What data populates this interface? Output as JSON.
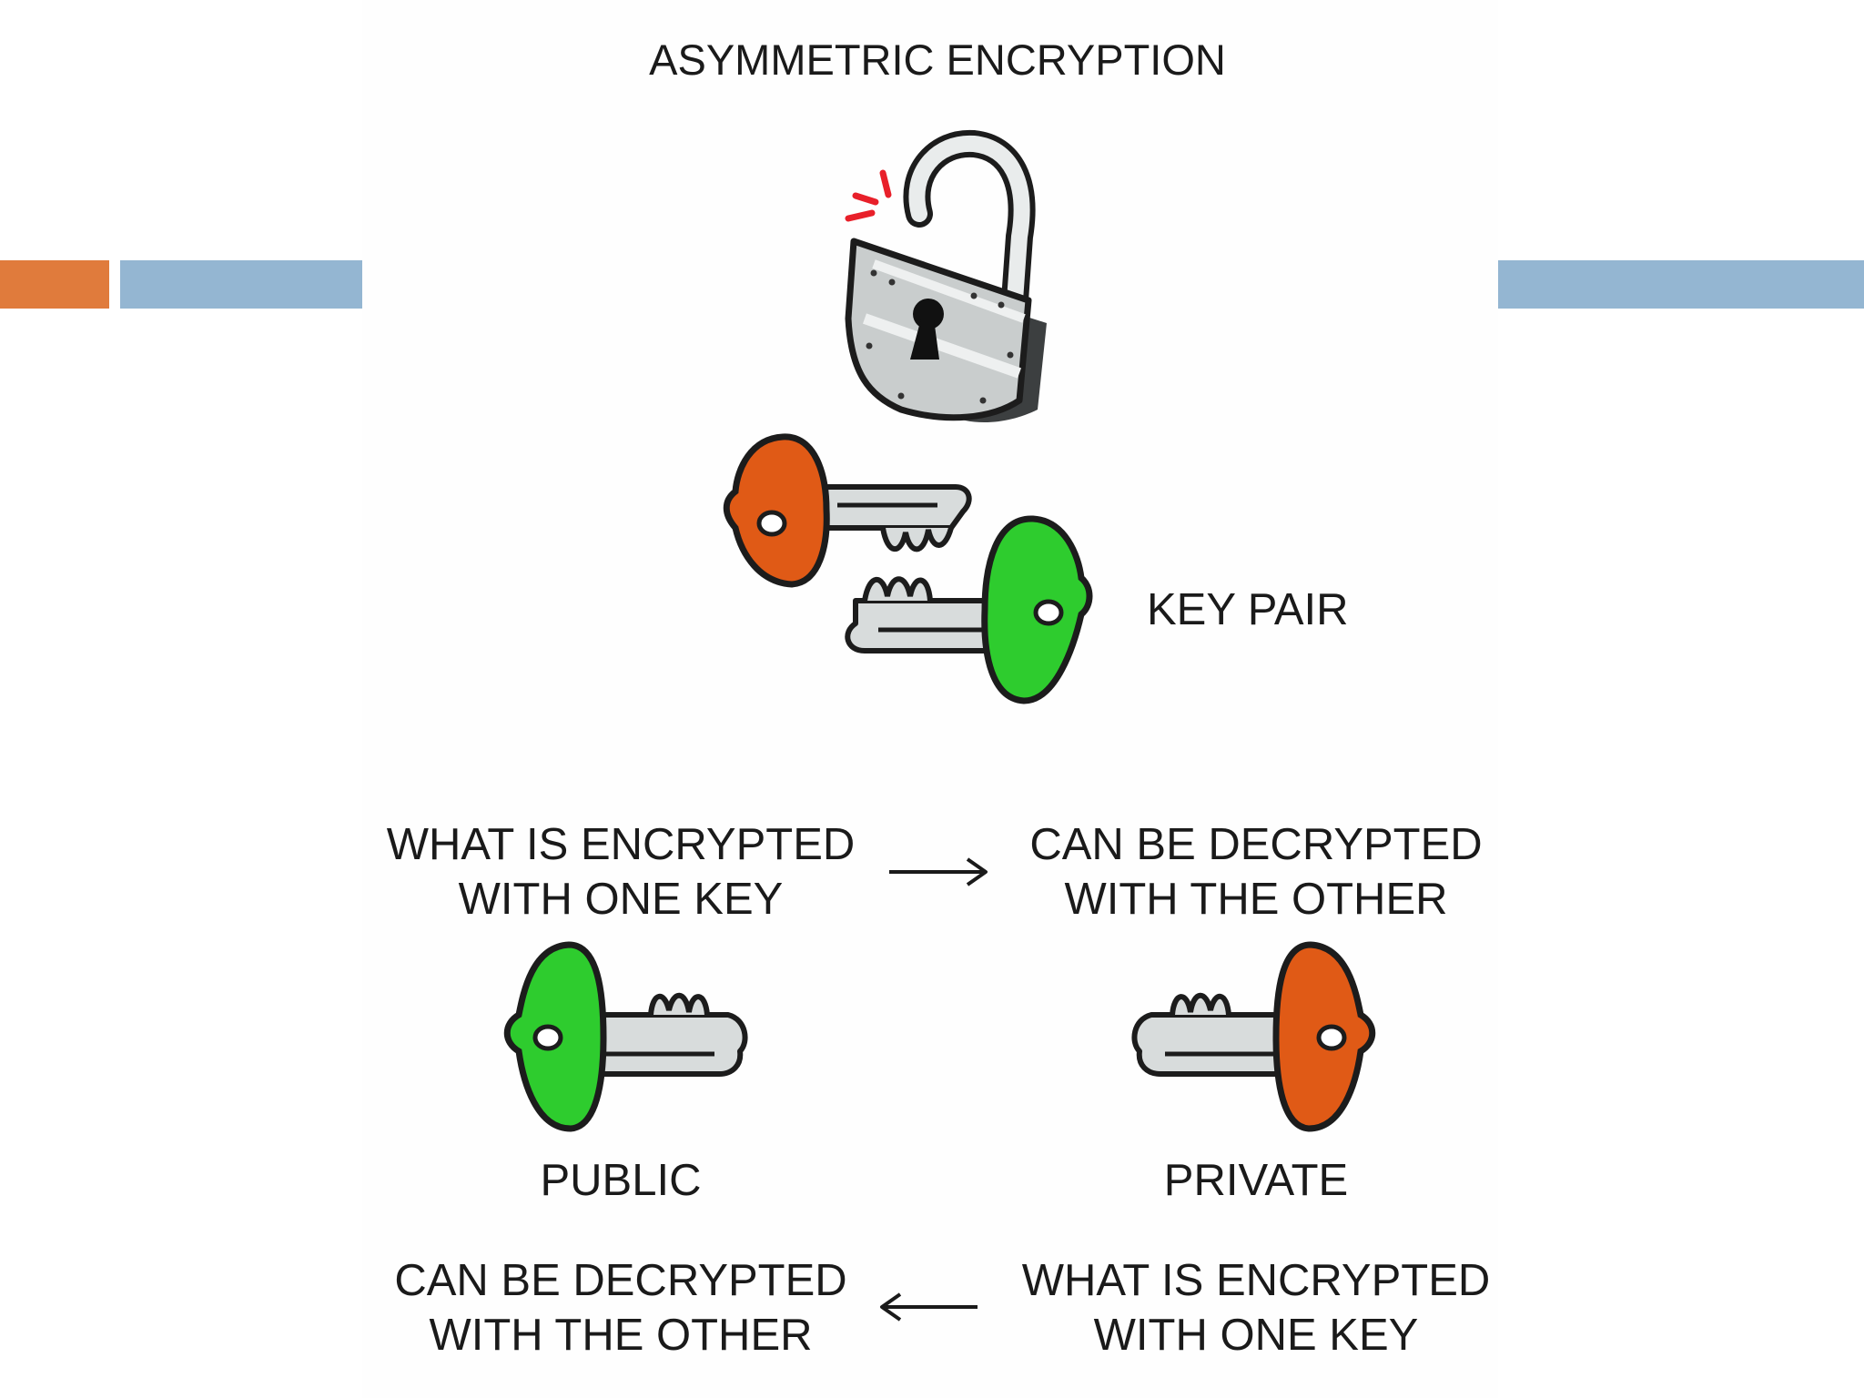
{
  "title": "ASYMMETRIC ENCRYPTION",
  "key_pair_label": "KEY PAIR",
  "flow_top": {
    "left_line1": "WHAT IS ENCRYPTED",
    "left_line2": "WITH ONE KEY",
    "right_line1": "CAN BE DECRYPTED",
    "right_line2": "WITH THE OTHER",
    "arrow": "right-arrow-icon"
  },
  "keys": {
    "public_label": "PUBLIC",
    "private_label": "PRIVATE",
    "public_icon": "green-key-icon",
    "private_icon": "orange-key-icon"
  },
  "flow_bottom": {
    "left_line1": "CAN BE DECRYPTED",
    "left_line2": "WITH THE OTHER",
    "right_line1": "WHAT IS ENCRYPTED",
    "right_line2": "WITH ONE KEY",
    "arrow": "left-arrow-icon"
  },
  "icons": {
    "padlock": "open-padlock-icon",
    "key_pair": "key-pair-icon"
  },
  "colors": {
    "accent_orange": "#E07B3C",
    "accent_blue": "#94B6D2",
    "private_key": "#E05A16",
    "public_key": "#2ECC2E",
    "key_metal": "#D8DCDC",
    "text": "#1A1A1A"
  }
}
